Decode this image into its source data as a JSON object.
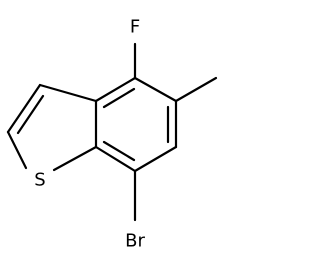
{
  "molecule": {
    "atoms": {
      "fluorine": "F",
      "sulfur": "S",
      "bromine": "Br"
    },
    "colors": {
      "bond": "#000000",
      "label": "#000000",
      "background": "#ffffff"
    }
  }
}
